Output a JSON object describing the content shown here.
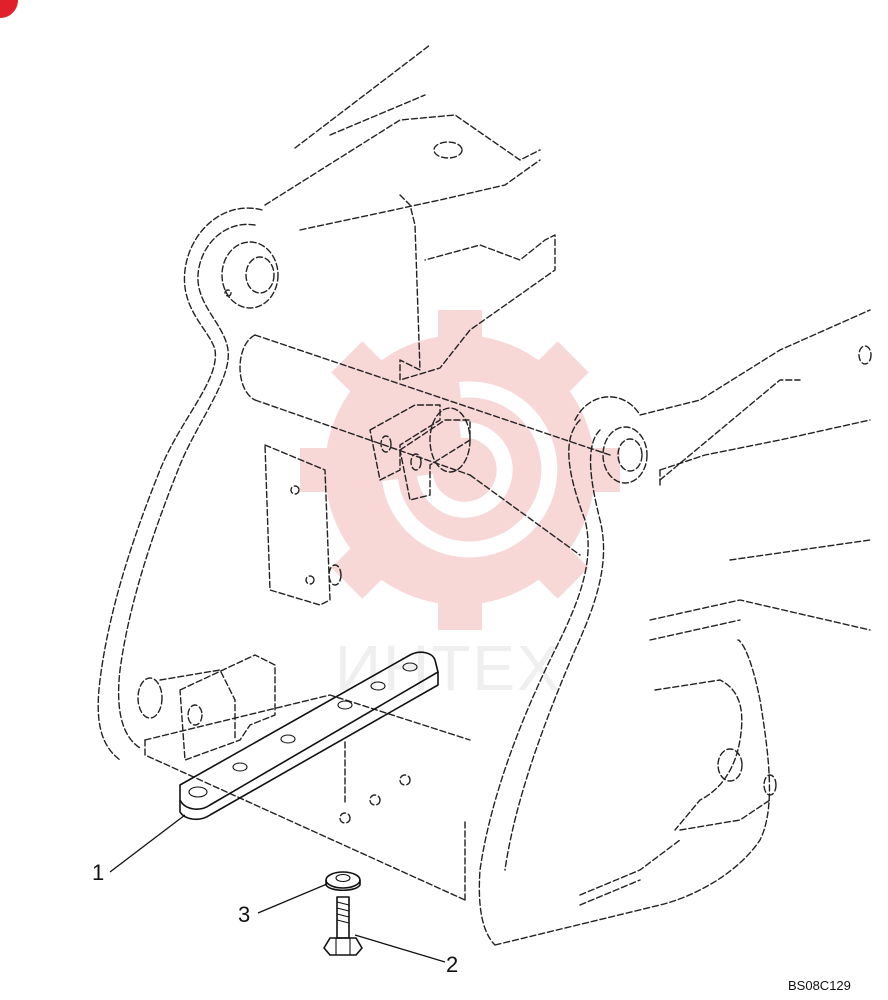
{
  "diagram": {
    "callouts": [
      {
        "id": "1",
        "label": "1"
      },
      {
        "id": "2",
        "label": "2"
      },
      {
        "id": "3",
        "label": "3"
      }
    ],
    "drawing_code": "BS08C129"
  },
  "watermark": {
    "text": "ИНТЕХ",
    "color": "#f3b7b7",
    "icon": "gear-swirl-logo-icon"
  },
  "corner_mark": {
    "color": "#e0202a",
    "icon": "corner-badge-icon"
  }
}
